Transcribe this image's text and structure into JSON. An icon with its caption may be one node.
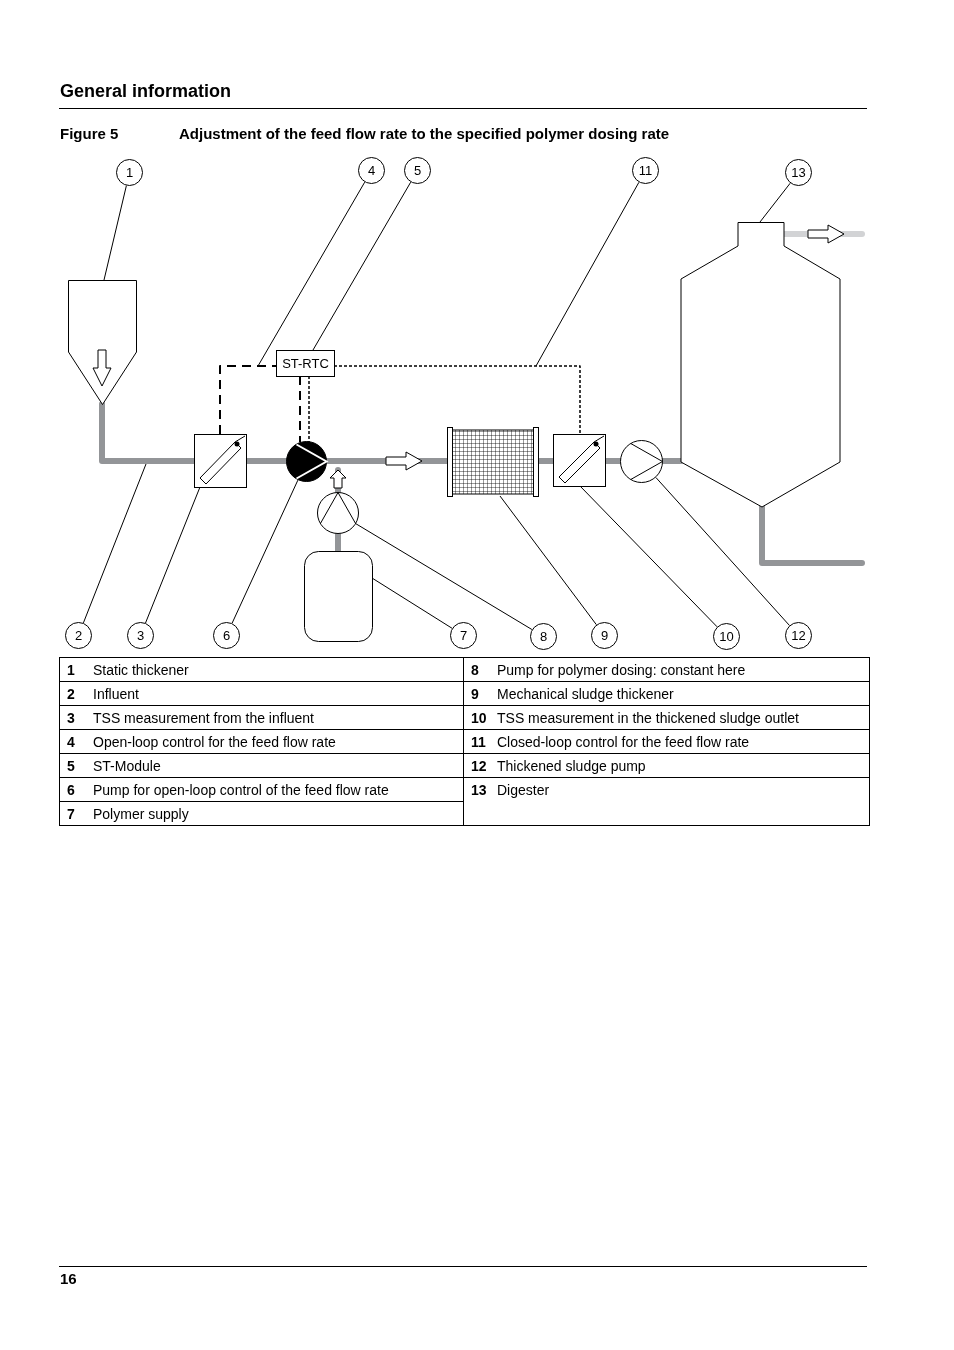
{
  "diagram": {
    "title": "Adjustment of the feed flow rate to the specified polymer dosing rate",
    "nodes": [
      {
        "text": [
          "1"
        ]
      },
      {
        "text": [
          "4"
        ]
      },
      {
        "text": [
          "5"
        ]
      },
      {
        "text": [
          "11"
        ]
      },
      {
        "text": [
          "13"
        ]
      },
      {
        "text": [],
        "shape": "tank"
      },
      {
        "text": [
          "ST-RTC"
        ]
      },
      {
        "text": [],
        "shape": "box"
      },
      {
        "text": [],
        "shape": "circle"
      },
      {
        "text": [],
        "shape": "circle"
      },
      {
        "text": [],
        "shape": "box"
      },
      {
        "text": [],
        "shape": "box"
      },
      {
        "text": [],
        "shape": "box"
      },
      {
        "text": [],
        "shape": "circle"
      },
      {
        "text": [],
        "shape": "tank"
      },
      {
        "text": [
          "2"
        ]
      },
      {
        "text": [
          "3"
        ]
      },
      {
        "text": [
          "6"
        ]
      },
      {
        "text": [
          "7"
        ]
      },
      {
        "text": [
          "8"
        ]
      },
      {
        "text": [
          "9"
        ]
      },
      {
        "text": [
          "10"
        ]
      },
      {
        "text": [
          "12"
        ]
      }
    ],
    "edges": [
      {
        "from": 0,
        "to": 5,
        "arrow": "none"
      },
      {
        "from": 1,
        "to": null,
        "arrow": "none"
      },
      {
        "from": 2,
        "to": 6,
        "arrow": "none"
      },
      {
        "from": 3,
        "to": null,
        "arrow": "none"
      },
      {
        "from": 4,
        "to": 14,
        "arrow": "none"
      },
      {
        "from": 15,
        "to": null,
        "arrow": "none"
      },
      {
        "from": 16,
        "to": 7,
        "arrow": "none"
      },
      {
        "from": 17,
        "to": 8,
        "arrow": "none"
      },
      {
        "from": 18,
        "to": 10,
        "arrow": "none"
      },
      {
        "from": 19,
        "to": 9,
        "arrow": "none"
      },
      {
        "from": 20,
        "to": 11,
        "arrow": "none"
      },
      {
        "from": 21,
        "to": 12,
        "arrow": "none"
      },
      {
        "from": 22,
        "to": 13,
        "arrow": "none"
      },
      {
        "from": 7,
        "to": 6,
        "arrow": "none",
        "style": "dashed"
      },
      {
        "from": 6,
        "to": 8,
        "arrow": "none",
        "style": "dashed"
      },
      {
        "from": 6,
        "to": 8,
        "arrow": "none",
        "style": "dashed"
      },
      {
        "from": 6,
        "to": 12,
        "arrow": "none",
        "style": "dashed"
      },
      {
        "from": 5,
        "to": 7,
        "arrow": "none",
        "style": "thick",
        "color": "#939598"
      },
      {
        "from": 7,
        "to": 8,
        "arrow": "none",
        "style": "thick",
        "color": "#939598"
      },
      {
        "from": 8,
        "to": 11,
        "arrow": "none",
        "style": "thick",
        "color": "#939598"
      },
      {
        "from": 11,
        "to": 12,
        "arrow": "none",
        "style": "thick",
        "color": "#939598"
      },
      {
        "from": 12,
        "to": 13,
        "arrow": "none",
        "style": "thick",
        "color": "#939598"
      },
      {
        "from": 13,
        "to": 14,
        "arrow": "none",
        "style": "thick",
        "color": "#939598"
      },
      {
        "from": 10,
        "to": 9,
        "arrow": "none",
        "style": "thick",
        "color": "#939598"
      },
      {
        "from": 9,
        "to": 8,
        "arrow": "to",
        "style": "thick",
        "color": "#939598"
      },
      {
        "from": 14,
        "to": null,
        "arrow": "none",
        "style": "thick",
        "color": "#939598"
      },
      {
        "from": 14,
        "to": null,
        "arrow": "none",
        "style": "thick",
        "color": "#d2d3d5"
      }
    ],
    "labels": [
      "General information",
      "Figure 5",
      "1",
      "Static thickener",
      "8",
      "Pump for polymer dosing: constant here",
      "2",
      "Influent",
      "9",
      "Mechanical sludge thickener",
      "3",
      "TSS measurement from the influent",
      "10",
      "TSS measurement in the thickened sludge outlet",
      "4",
      "Open-loop control for the feed flow rate",
      "11",
      "Closed-loop control for the feed flow rate",
      "5",
      "ST-Module",
      "12",
      "Thickened sludge pump",
      "6",
      "Pump for open-loop control of the feed flow rate",
      "13",
      "Digester",
      "7",
      "Polymer supply",
      "16"
    ]
  }
}
